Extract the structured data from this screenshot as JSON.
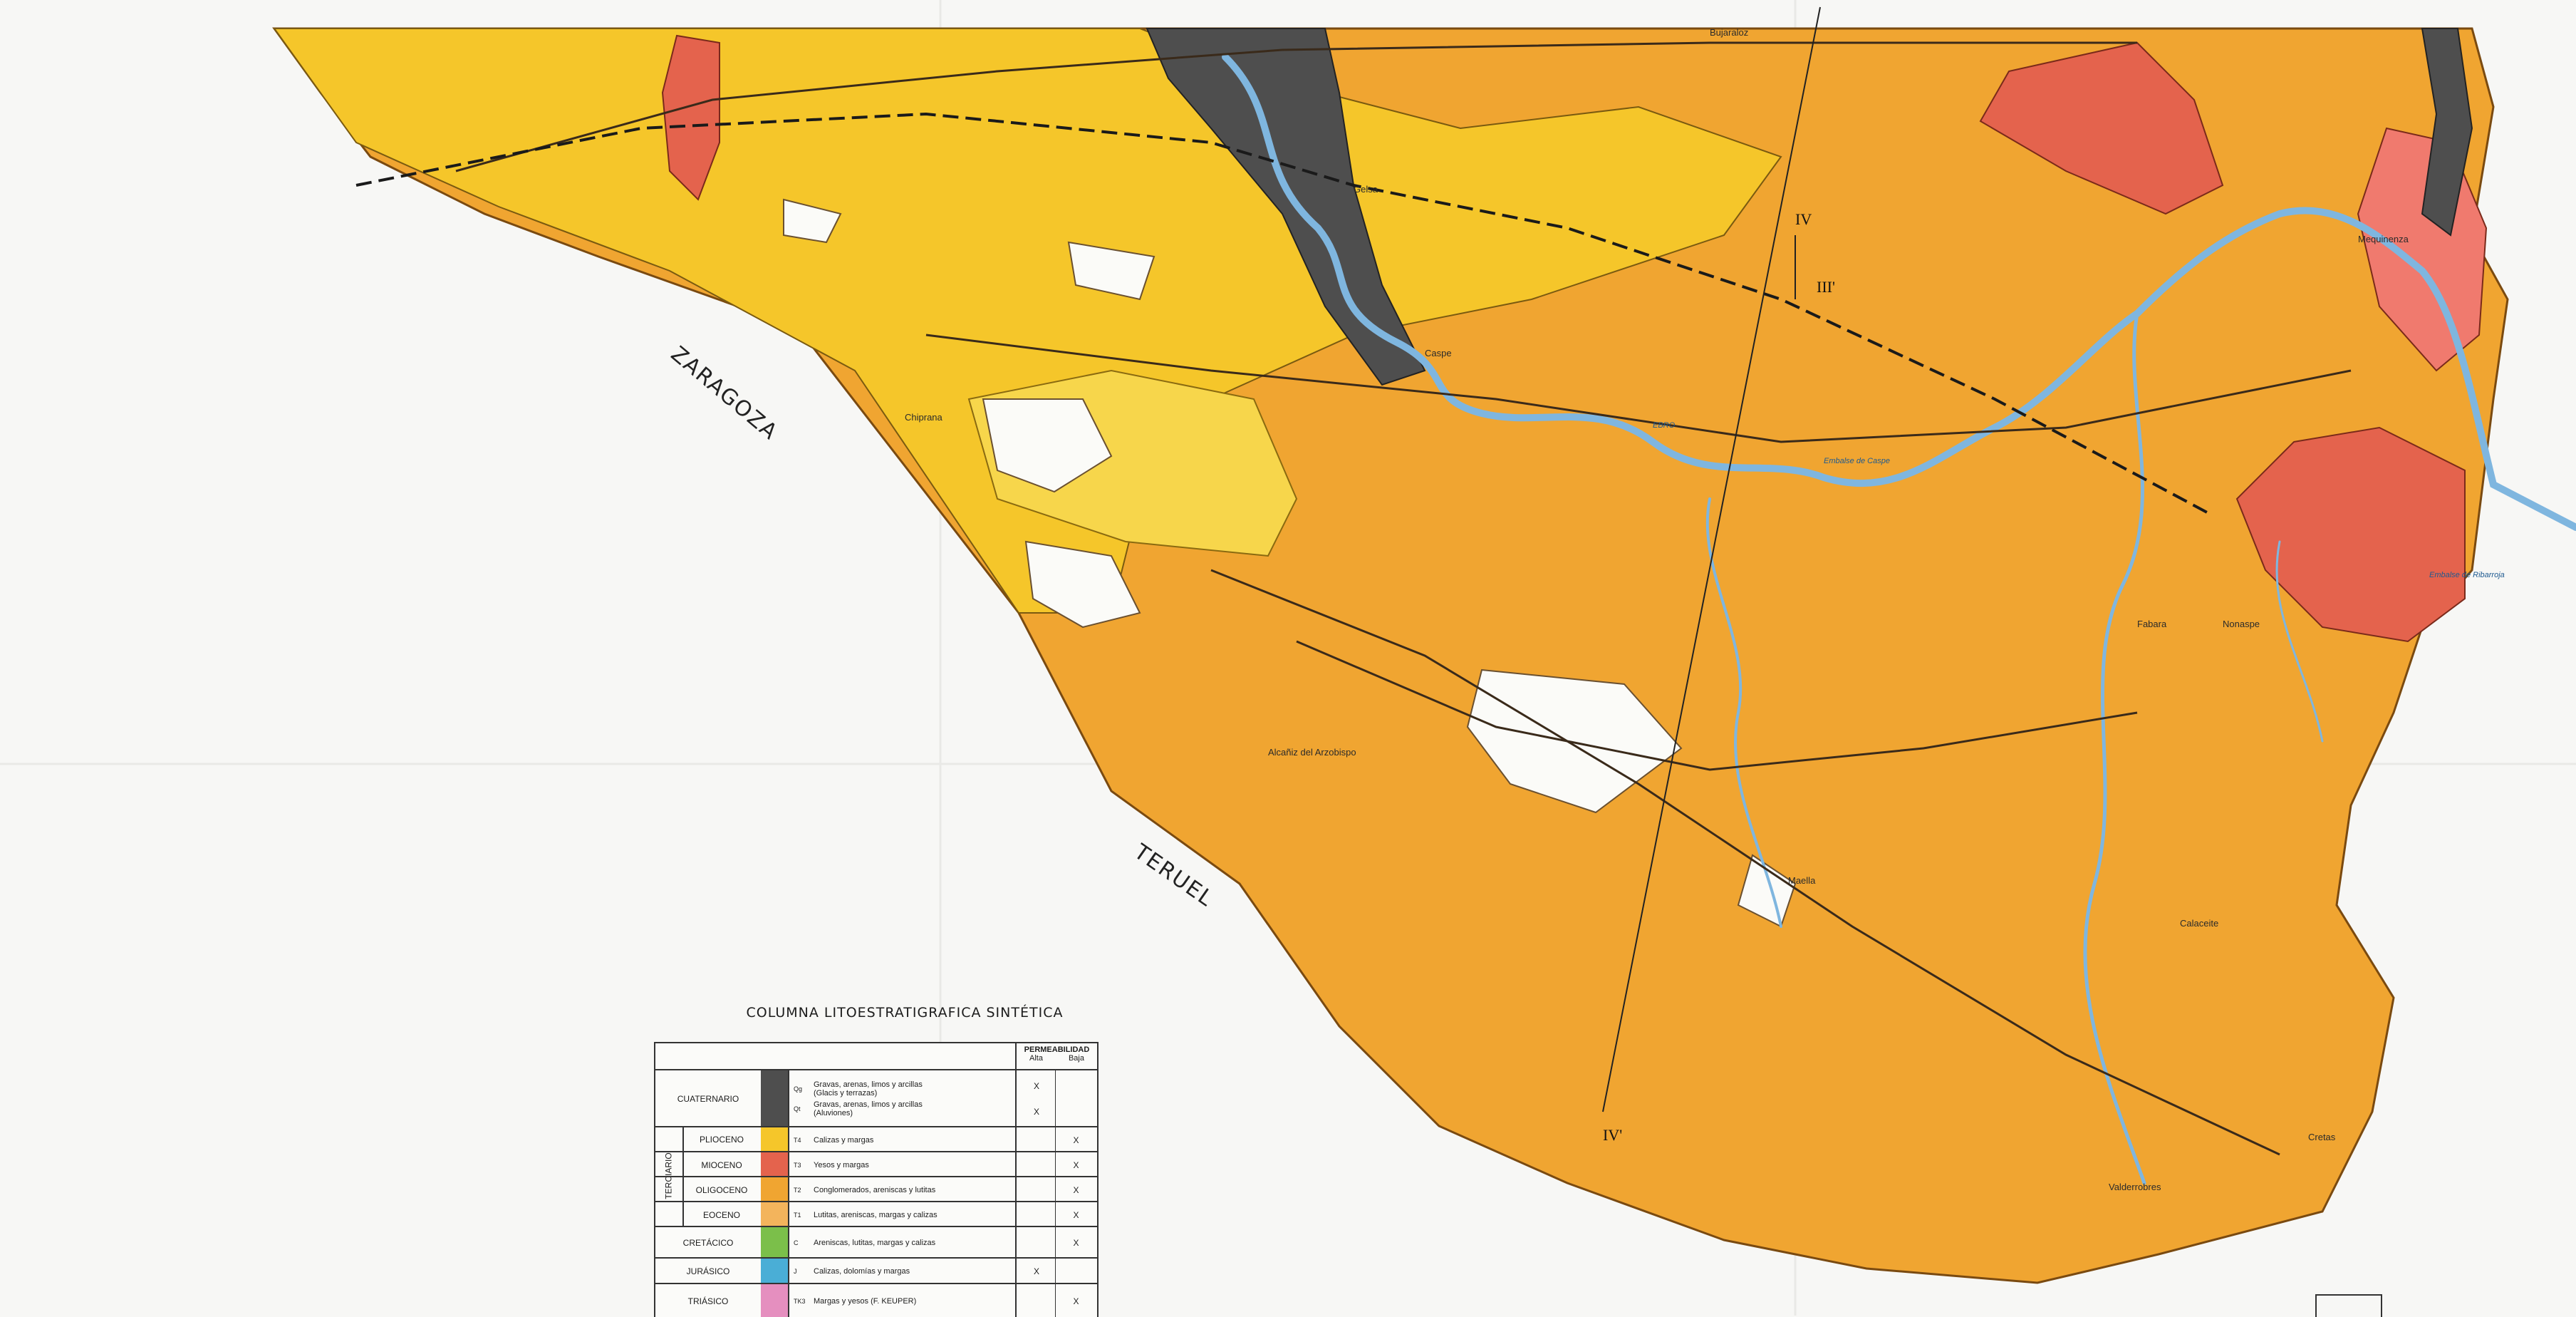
{
  "map": {
    "provinces": {
      "zaragoza": "ZARAGOZA",
      "teruel": "TERUEL"
    },
    "section_labels": {
      "iii": "III'",
      "iv_top": "IV",
      "iv_bottom": "IV'"
    },
    "places": {
      "caspe": "Caspe",
      "nonaspe": "Nonaspe",
      "fabara": "Fabara",
      "maella": "Maella",
      "mequinenza": "Mequinenza",
      "alcaniz": "Alcañiz del Arzobispo",
      "calaceite": "Calaceite",
      "valderrobres": "Valderrobres",
      "cretas": "Cretas",
      "chiprana": "Chiprana",
      "bujaraloz": "Bujaraloz",
      "gelsa": "Gelsa"
    },
    "rivers": {
      "ebro": "EBRO",
      "embalse_caspe": "Embalse de Caspe",
      "embalse_ribarroja": "Embalse de Ribarroja"
    },
    "colors": {
      "background": "#f7f7f5",
      "orange": "#f0a531",
      "yellow": "#f5c62a",
      "light_yellow": "#f7d64b",
      "red": "#e4634d",
      "pink": "#f07a6e",
      "dark": "#4e4e4e",
      "water": "#7fb6df"
    }
  },
  "legend": {
    "title": "COLUMNA LITOESTRATIGRAFICA SINTÉTICA",
    "perm_title": "PERMEABILIDAD",
    "perm_alta": "Alta",
    "perm_baja": "Baja",
    "terciario": "TERCIARIO",
    "rows": {
      "cuaternario": {
        "era": "CUATERNARIO",
        "code_a": "Qg",
        "desc_a1": "Gravas, arenas, limos y arcillas",
        "desc_a2": "(Glacis y terrazas)",
        "code_b": "Qt",
        "desc_b1": "Gravas, arenas, limos y arcillas",
        "desc_b2": "(Aluviones)",
        "alta_a": "X",
        "alta_b": "X"
      },
      "plioceno": {
        "era": "PLIOCENO",
        "code": "T4",
        "desc": "Calizas y margas",
        "baja": "X"
      },
      "mioceno": {
        "era": "MIOCENO",
        "code": "T3",
        "desc": "Yesos y margas",
        "baja": "X"
      },
      "oligoceno": {
        "era": "OLIGOCENO",
        "code": "T2",
        "desc": "Conglomerados, areniscas y lutitas",
        "baja": "X"
      },
      "eoceno": {
        "era": "EOCENO",
        "code": "T1",
        "desc": "Lutitas, areniscas, margas y calizas",
        "baja": "X"
      },
      "cretacico": {
        "era": "CRETÁCICO",
        "code": "C",
        "desc": "Areniscas, lutitas, margas y calizas",
        "baja": "X"
      },
      "jurasico": {
        "era": "JURÁSICO",
        "code": "J",
        "desc": "Calizas, dolomías y margas",
        "alta": "X"
      },
      "triasico": {
        "era": "TRIÁSICO",
        "code": "TK3",
        "desc": "Margas y yesos (F. KEUPER)",
        "baja": "X"
      }
    }
  }
}
